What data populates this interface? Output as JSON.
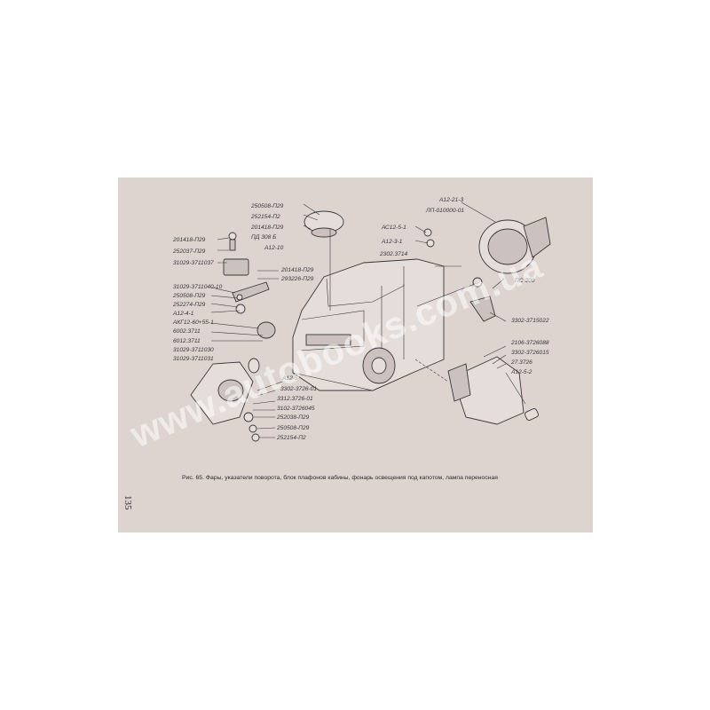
{
  "page": {
    "caption": "Рис. 65. Фары, указатели поворота, блок плафонов кабины, фонарь освещения под капотом, лампа переносная",
    "page_number": "135",
    "watermark": "www.autobooks.com.ua"
  },
  "labels": {
    "l01": "250508-П29",
    "l02": "252154-П2",
    "l03": "201418-П29",
    "l04": "ПД 308 Б",
    "l05": "А12-10",
    "l06": "201418-П29",
    "l07": "252037-П29",
    "l08": "31029-3711037",
    "l09": "201418-П29",
    "l10": "293226-П29",
    "l11": "31029-3711040-10",
    "l12": "250508-П29",
    "l13": "252274-П29",
    "l14": "А12-4-1",
    "l15": "АКГ12-60+55-1",
    "l16": "6002.3711",
    "l17": "6012.3711",
    "l18": "31029-3711030",
    "l19": "31029-3711031",
    "l20": "АС12-5-1",
    "l21": "А12-3-1",
    "l22": "2302.3714",
    "l23": "А12-21-3",
    "l24": "ЛП-010000-01",
    "l25": "ПС 300",
    "l26": "3302-3715022",
    "l27": "2106-3726088",
    "l28": "3302-3726015",
    "l29": "27.3726",
    "l30": "А12-5-2",
    "l31": "А12-5",
    "l32": "3302-3726-01",
    "l33": "3312.3726-01",
    "l34": "3102-3726045",
    "l35": "252038-П29",
    "l36": "250508-П29",
    "l37": "252154-П2"
  }
}
